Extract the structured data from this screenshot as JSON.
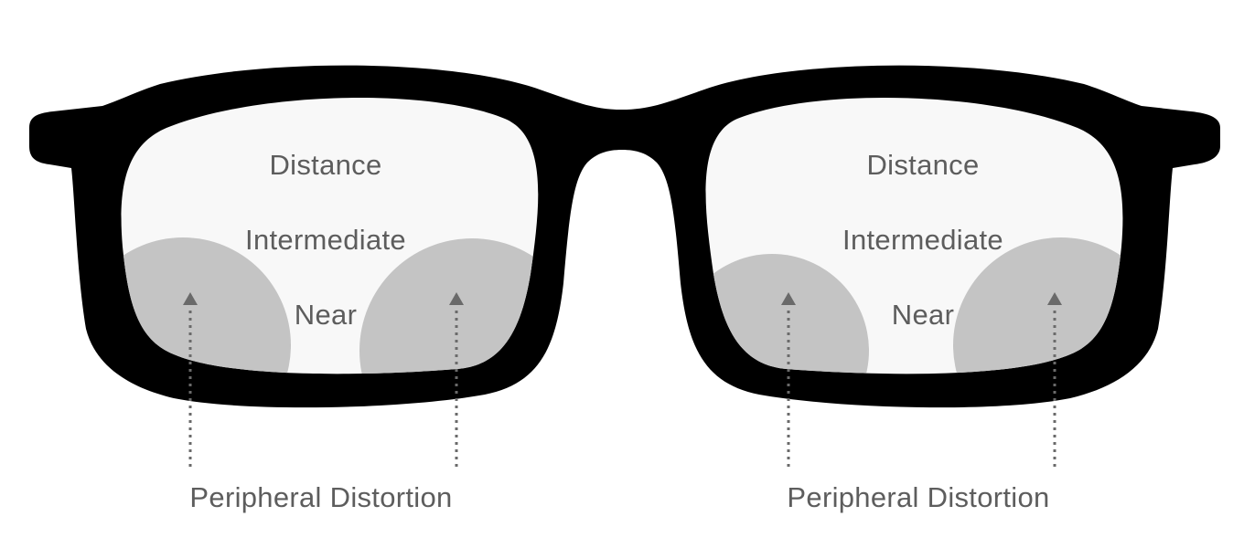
{
  "colors": {
    "frame": "#000000",
    "lens": "#f8f8f8",
    "distortion_zone": "#c4c4c4",
    "label_text": "#5d5d5d",
    "arrow": "#6a6a6a"
  },
  "lenses": {
    "left": {
      "zones": {
        "distance": "Distance",
        "intermediate": "Intermediate",
        "near": "Near"
      },
      "distortion_label": "Peripheral Distortion"
    },
    "right": {
      "zones": {
        "distance": "Distance",
        "intermediate": "Intermediate",
        "near": "Near"
      },
      "distortion_label": "Peripheral Distortion"
    }
  }
}
